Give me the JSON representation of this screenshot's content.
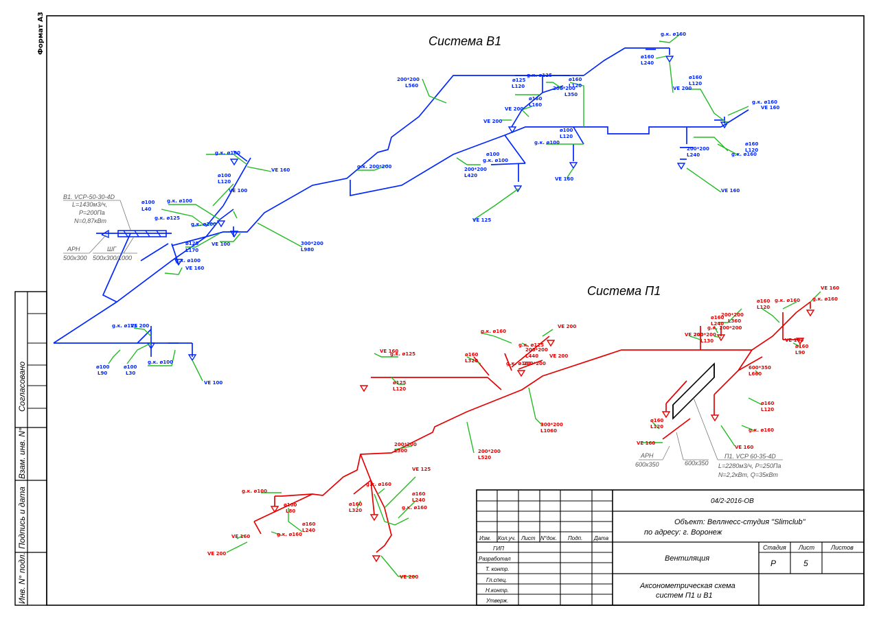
{
  "frame": {
    "format_label": "Формат А3",
    "left_stamp": {
      "agreed": "Согласовано",
      "inv_replace": "Взам. инв. N°",
      "sign_date": "Подпись и дата",
      "inv_orig": "Инв. N° подл."
    }
  },
  "systems": {
    "b1_title": "Система В1",
    "p1_title": "Система П1"
  },
  "b1": {
    "unit_name": "В1. VCP-50-30-4D",
    "unit_flow": "L=1430м3/ч,",
    "unit_pressure": "P=200Па",
    "unit_power": "N=0,87кВт",
    "arn_label": "АРН",
    "arn_size": "500х300",
    "shg_label": "ШГ",
    "shg_size": "500х300/1000",
    "labels": [
      "ø100",
      "L40",
      "g.к. ø100",
      "g.к. ø125",
      "g.к. ø100",
      "ø125",
      "L170",
      "g.к. ø100",
      "VE 160",
      "VE 100",
      "VE 100",
      "g.к. ø100",
      "ø100",
      "L120",
      "VE 160",
      "300*200",
      "L980",
      "g.к. ø125",
      "VE 200",
      "ø100",
      "L90",
      "ø100",
      "L30",
      "g.к. ø100",
      "VE 100",
      "g.к. 200*200",
      "200*200",
      "L560",
      "g.к. ø125",
      "ø125",
      "L120",
      "ø160",
      "L160",
      "200*200",
      "L350",
      "ø160",
      "L120",
      "VE 200",
      "VE 200",
      "ø100",
      "L120",
      "g.к. ø100",
      "ø100",
      "g.к. ø100",
      "200*200",
      "L420",
      "VE 125",
      "VE 160",
      "g.к. ø160",
      "ø160",
      "L240",
      "ø160",
      "L120",
      "VE 200",
      "g.к. ø160",
      "VE 160",
      "200*200",
      "L240",
      "ø160",
      "L120",
      "g.к. ø160",
      "VE 160"
    ]
  },
  "p1": {
    "unit_name": "П1. VCP 60-35-4D",
    "unit_flow": "L=2280м3/ч, P=250Па",
    "unit_power": "N=2,2кВт, Q=35кВт",
    "arn_label": "АРН",
    "arn_size": "600х350",
    "box_size": "600х350",
    "labels": [
      "VE 160",
      "g.к. ø125",
      "ø125",
      "L120",
      "g.к. ø160",
      "ø160",
      "L320",
      "VE 200",
      "g.к. ø125",
      "200*200",
      "L440",
      "g.к. ø160",
      "200*200",
      "VE 200",
      "300*200",
      "L1060",
      "200*200",
      "L520",
      "200*200",
      "L300",
      "VE 125",
      "g.к. ø160",
      "ø160",
      "L320",
      "ø160",
      "L240",
      "g.к. ø160",
      "g.к. ø100",
      "ø100",
      "L80",
      "ø160",
      "L240",
      "VE 160",
      "g.к. ø160",
      "VE 200",
      "VE 200",
      "ø160",
      "L240",
      "200*200",
      "L360",
      "VE 200",
      "200*200",
      "L130",
      "g.к. 200*200",
      "ø160",
      "L120",
      "g.к. ø160",
      "g.к. ø160",
      "VE 160",
      "VE 160",
      "ø160",
      "L90",
      "600*350",
      "L660",
      "ø160",
      "L120",
      "g.к. ø160",
      "VE 160",
      "ø160",
      "L120",
      "VE 160"
    ]
  },
  "title_block": {
    "doc_code": "04/2-2016-ОВ",
    "object_line1": "Объект: Веллнесс-студия \"Slimclub\"",
    "object_line2": "по адресу: г. Воронеж",
    "section": "Вентиляция",
    "drawing_title_1": "Аксонометрическая схема",
    "drawing_title_2": "систем П1 и В1",
    "col_headers": [
      "Изм.",
      "Кол.уч.",
      "Лист",
      "N°док.",
      "Подп.",
      "Дата"
    ],
    "roles": [
      "ГИП",
      "Разработал",
      "Т. контр.",
      "Гл.спец.",
      "Н.контр.",
      "Утверж."
    ],
    "stage_label": "Стадия",
    "sheet_label": "Лист",
    "sheets_label": "Листов",
    "stage_value": "Р",
    "sheet_value": "5",
    "sheets_value": ""
  }
}
